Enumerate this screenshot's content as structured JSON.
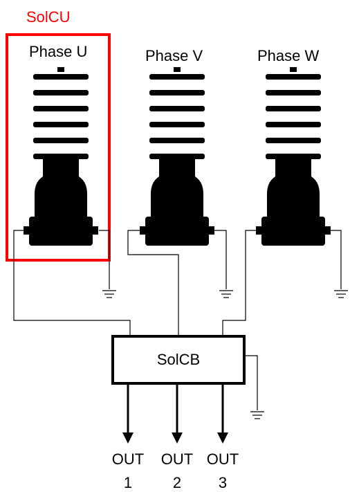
{
  "highlight": {
    "label": "SolCU",
    "color": "#ff0000"
  },
  "phases": [
    {
      "label": "Phase U"
    },
    {
      "label": "Phase V"
    },
    {
      "label": "Phase W"
    }
  ],
  "combiner": {
    "label": "SolCB"
  },
  "outputs": [
    {
      "label": "OUT",
      "number": "1"
    },
    {
      "label": "OUT",
      "number": "2"
    },
    {
      "label": "OUT",
      "number": "3"
    }
  ]
}
